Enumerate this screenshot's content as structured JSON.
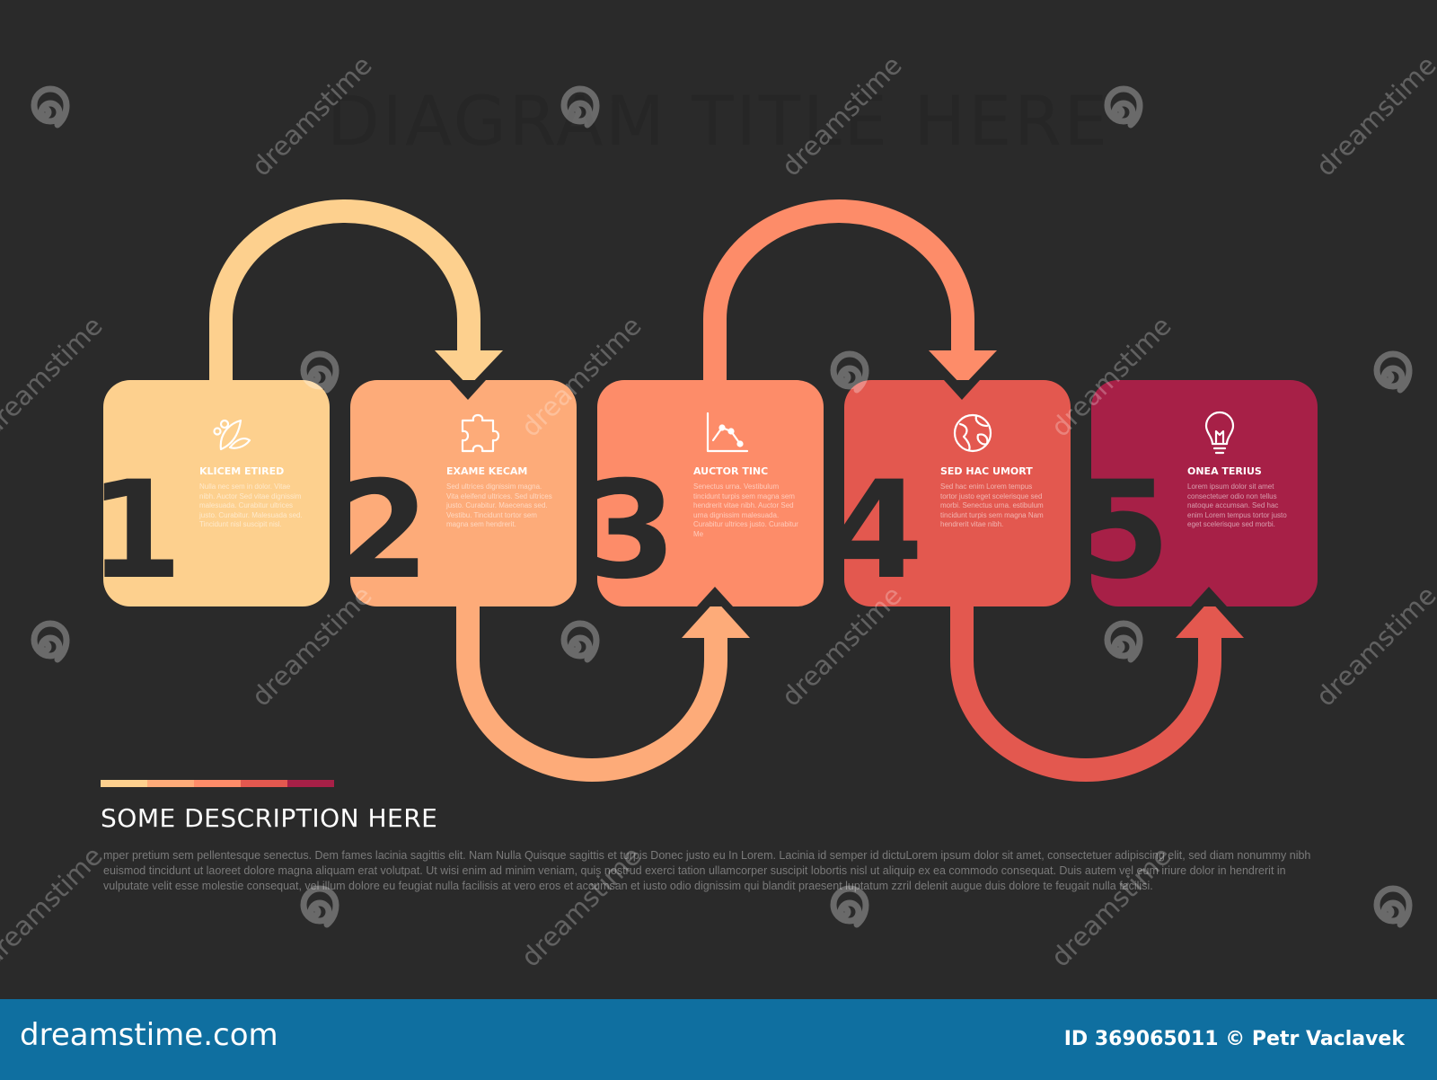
{
  "diagram": {
    "title": "DIAGRAM TITLE HERE",
    "steps": [
      {
        "number": "1",
        "icon": "holly-leaves-icon",
        "color": "#fdd08e",
        "heading": "KLICEM ETIRED",
        "body": "Nulla nec sem in dolor. Vitae nibh. Auctor Sed vitae dignissim malesuada. Curabitur ultrices justo. Curabitur. Malesuada sed. Tincidunt nisl suscipit nisl."
      },
      {
        "number": "2",
        "icon": "puzzle-icon",
        "color": "#fdab79",
        "heading": "EXAME KECAM",
        "body": "Sed ultrices dignissim magna. Vita eleifend ultrices. Sed ultrices justo. Curabitur. Maecenas sed. Vestibu. Tincidunt tortor sem magna sem hendrerit."
      },
      {
        "number": "3",
        "icon": "line-chart-icon",
        "color": "#fd8c69",
        "heading": "AUCTOR TINC",
        "body": "Senectus urna. Vestibulum tincidunt turpis sem magna sem hendrerit vitae nibh. Auctor Sed urna dignissim malesuada. Curabitur ultrices justo. Curabitur Me"
      },
      {
        "number": "4",
        "icon": "globe-icon",
        "color": "#e3584f",
        "heading": "SED HAC UMORT",
        "body": "Sed hac enim Lorem tempus tortor justo eget scelerisque sed morbi. Senectus urna. estibulum tincidunt turpis sem magna Nam hendrerit vitae nibh."
      },
      {
        "number": "5",
        "icon": "lightbulb-icon",
        "color": "#a72047",
        "heading": "ONEA TERIUS",
        "body": "Lorem ipsum dolor sit amet consectetuer odio non tellus natoque accumsan. Sed hac enim Lorem tempus tortor justo eget scelerisque sed morbi."
      }
    ],
    "arrows": [
      {
        "from": "1",
        "to": "2",
        "color": "#fdd08e"
      },
      {
        "from": "2",
        "to": "3",
        "color": "#fdab79"
      },
      {
        "from": "3",
        "to": "4",
        "color": "#fd8c69"
      },
      {
        "from": "4",
        "to": "5",
        "color": "#e3584f"
      }
    ]
  },
  "description": {
    "heading": "SOME DESCRIPTION HERE",
    "body": "mper pretium sem pellentesque senectus. Dem fames lacinia sagittis elit. Nam Nulla Quisque sagittis et turpis Donec justo eu In Lorem. Lacinia id semper id dictuLorem ipsum dolor sit amet, consectetuer adipiscing elit, sed diam nonummy nibh euismod tincidunt ut laoreet dolore magna aliquam erat volutpat. Ut wisi enim ad minim veniam, quis nostrud exerci tation ullamcorper suscipit lobortis nisl ut aliquip ex ea commodo consequat. Duis autem vel eum iriure dolor in hendrerit in vulputate velit esse molestie consequat, vel illum dolore eu feugiat nulla facilisis at vero eros et accumsan et iusto odio dignissim qui blandit praesent luptatum zzril delenit augue duis dolore te feugait nulla facilisi.",
    "divider_colors": [
      "#fdd08e",
      "#fdab79",
      "#fd8c69",
      "#e3584f",
      "#a72047"
    ]
  },
  "watermark": {
    "text": "dreamstime",
    "icon": "spiral-logo-icon"
  },
  "footer": {
    "brand": "dreamstime.com",
    "credit": "ID 369065011 © Petr Vaclavek"
  },
  "colors": {
    "background": "#2a2a2a",
    "footer": "#0f6fa0",
    "number_shadow": "#2a2a2a"
  }
}
